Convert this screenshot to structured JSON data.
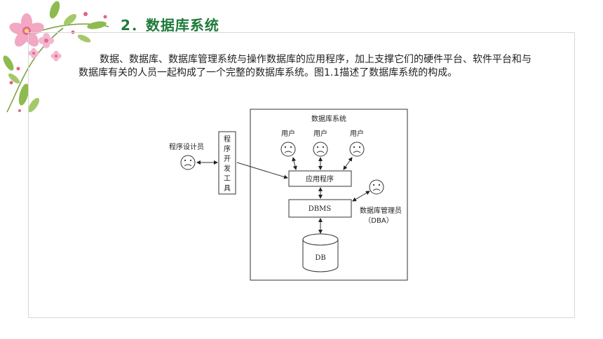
{
  "heading": "2．数据库系统",
  "paragraph": "数据、数据库、数据库管理系统与操作数据库的应用程序，加上支撑它们的硬件平台、软件平台和与数据库有关的人员一起构成了一个完整的数据库系统。图1.1描述了数据库系统的构成。",
  "diagram": {
    "system_label": "数据库系统",
    "user_label": "用户",
    "programmer_label": "程序设计员",
    "dev_tool_chars": [
      "程",
      "序",
      "开",
      "发",
      "工",
      "具"
    ],
    "app_label": "应用程序",
    "dbms_label": "DBMS",
    "dba_label": "数据库管理员",
    "dba_abbr": "（DBA）",
    "db_label": "DB"
  },
  "colors": {
    "heading": "#1e7a3a",
    "petal": "#f2a7c3",
    "leaf": "#8dbb4f"
  }
}
